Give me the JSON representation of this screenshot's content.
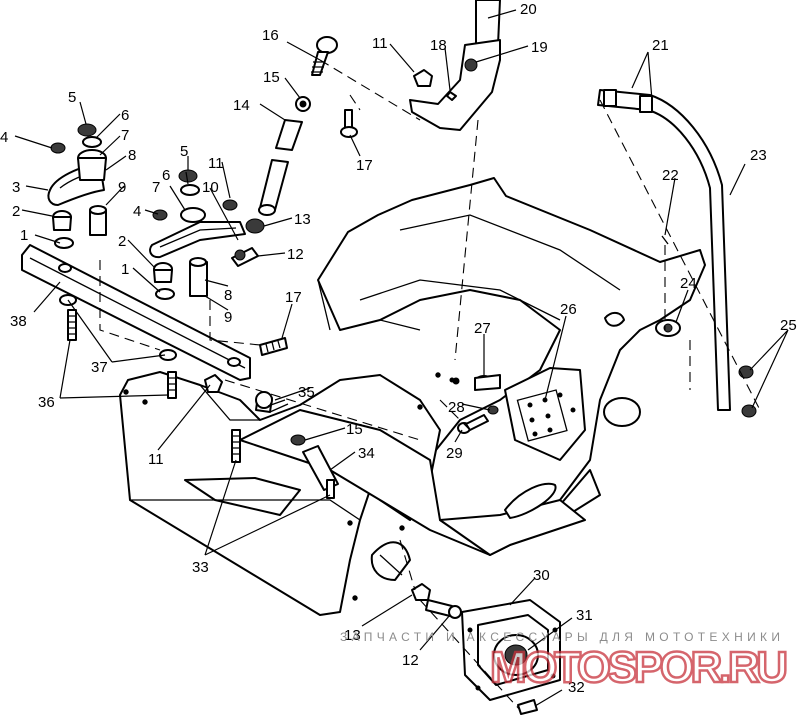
{
  "callouts": [
    {
      "id": "c20a",
      "label": "20"
    },
    {
      "id": "c16",
      "label": "16"
    },
    {
      "id": "c11a",
      "label": "11"
    },
    {
      "id": "c18",
      "label": "18"
    },
    {
      "id": "c19",
      "label": "19"
    },
    {
      "id": "c21",
      "label": "21"
    },
    {
      "id": "c5a",
      "label": "5"
    },
    {
      "id": "c6a",
      "label": "6"
    },
    {
      "id": "c4a",
      "label": "4"
    },
    {
      "id": "c7a",
      "label": "7"
    },
    {
      "id": "c8a",
      "label": "8"
    },
    {
      "id": "c15a",
      "label": "15"
    },
    {
      "id": "c14",
      "label": "14"
    },
    {
      "id": "c23",
      "label": "23"
    },
    {
      "id": "c3",
      "label": "3"
    },
    {
      "id": "c9a",
      "label": "9"
    },
    {
      "id": "c17a",
      "label": "17"
    },
    {
      "id": "c5b",
      "label": "5"
    },
    {
      "id": "c6b",
      "label": "6"
    },
    {
      "id": "c11b",
      "label": "11"
    },
    {
      "id": "c7b",
      "label": "7"
    },
    {
      "id": "c10",
      "label": "10"
    },
    {
      "id": "c22",
      "label": "22"
    },
    {
      "id": "c2a",
      "label": "2"
    },
    {
      "id": "c4b",
      "label": "4"
    },
    {
      "id": "c13a",
      "label": "13"
    },
    {
      "id": "c1a",
      "label": "1"
    },
    {
      "id": "c2b",
      "label": "2"
    },
    {
      "id": "c12a",
      "label": "12"
    },
    {
      "id": "c1b",
      "label": "1"
    },
    {
      "id": "c24",
      "label": "24"
    },
    {
      "id": "c8b",
      "label": "8"
    },
    {
      "id": "c17b",
      "label": "17"
    },
    {
      "id": "c9b",
      "label": "9"
    },
    {
      "id": "c26",
      "label": "26"
    },
    {
      "id": "c38",
      "label": "38"
    },
    {
      "id": "c25",
      "label": "25"
    },
    {
      "id": "c27",
      "label": "27"
    },
    {
      "id": "c37",
      "label": "37"
    },
    {
      "id": "c35",
      "label": "35"
    },
    {
      "id": "c36",
      "label": "36"
    },
    {
      "id": "c28",
      "label": "28"
    },
    {
      "id": "c15b",
      "label": "15"
    },
    {
      "id": "c29",
      "label": "29"
    },
    {
      "id": "c11c",
      "label": "11"
    },
    {
      "id": "c34",
      "label": "34"
    },
    {
      "id": "c33",
      "label": "33"
    },
    {
      "id": "c30",
      "label": "30"
    },
    {
      "id": "c31",
      "label": "31"
    },
    {
      "id": "c13b",
      "label": "13"
    },
    {
      "id": "c12b",
      "label": "12"
    },
    {
      "id": "c32",
      "label": "32"
    }
  ],
  "watermark": {
    "tagline": "ЗАПЧАСТИ И АКСЕССУАРЫ ДЛЯ МОТОТЕХНИКИ",
    "logo": "MOTOSPOR.RU"
  }
}
